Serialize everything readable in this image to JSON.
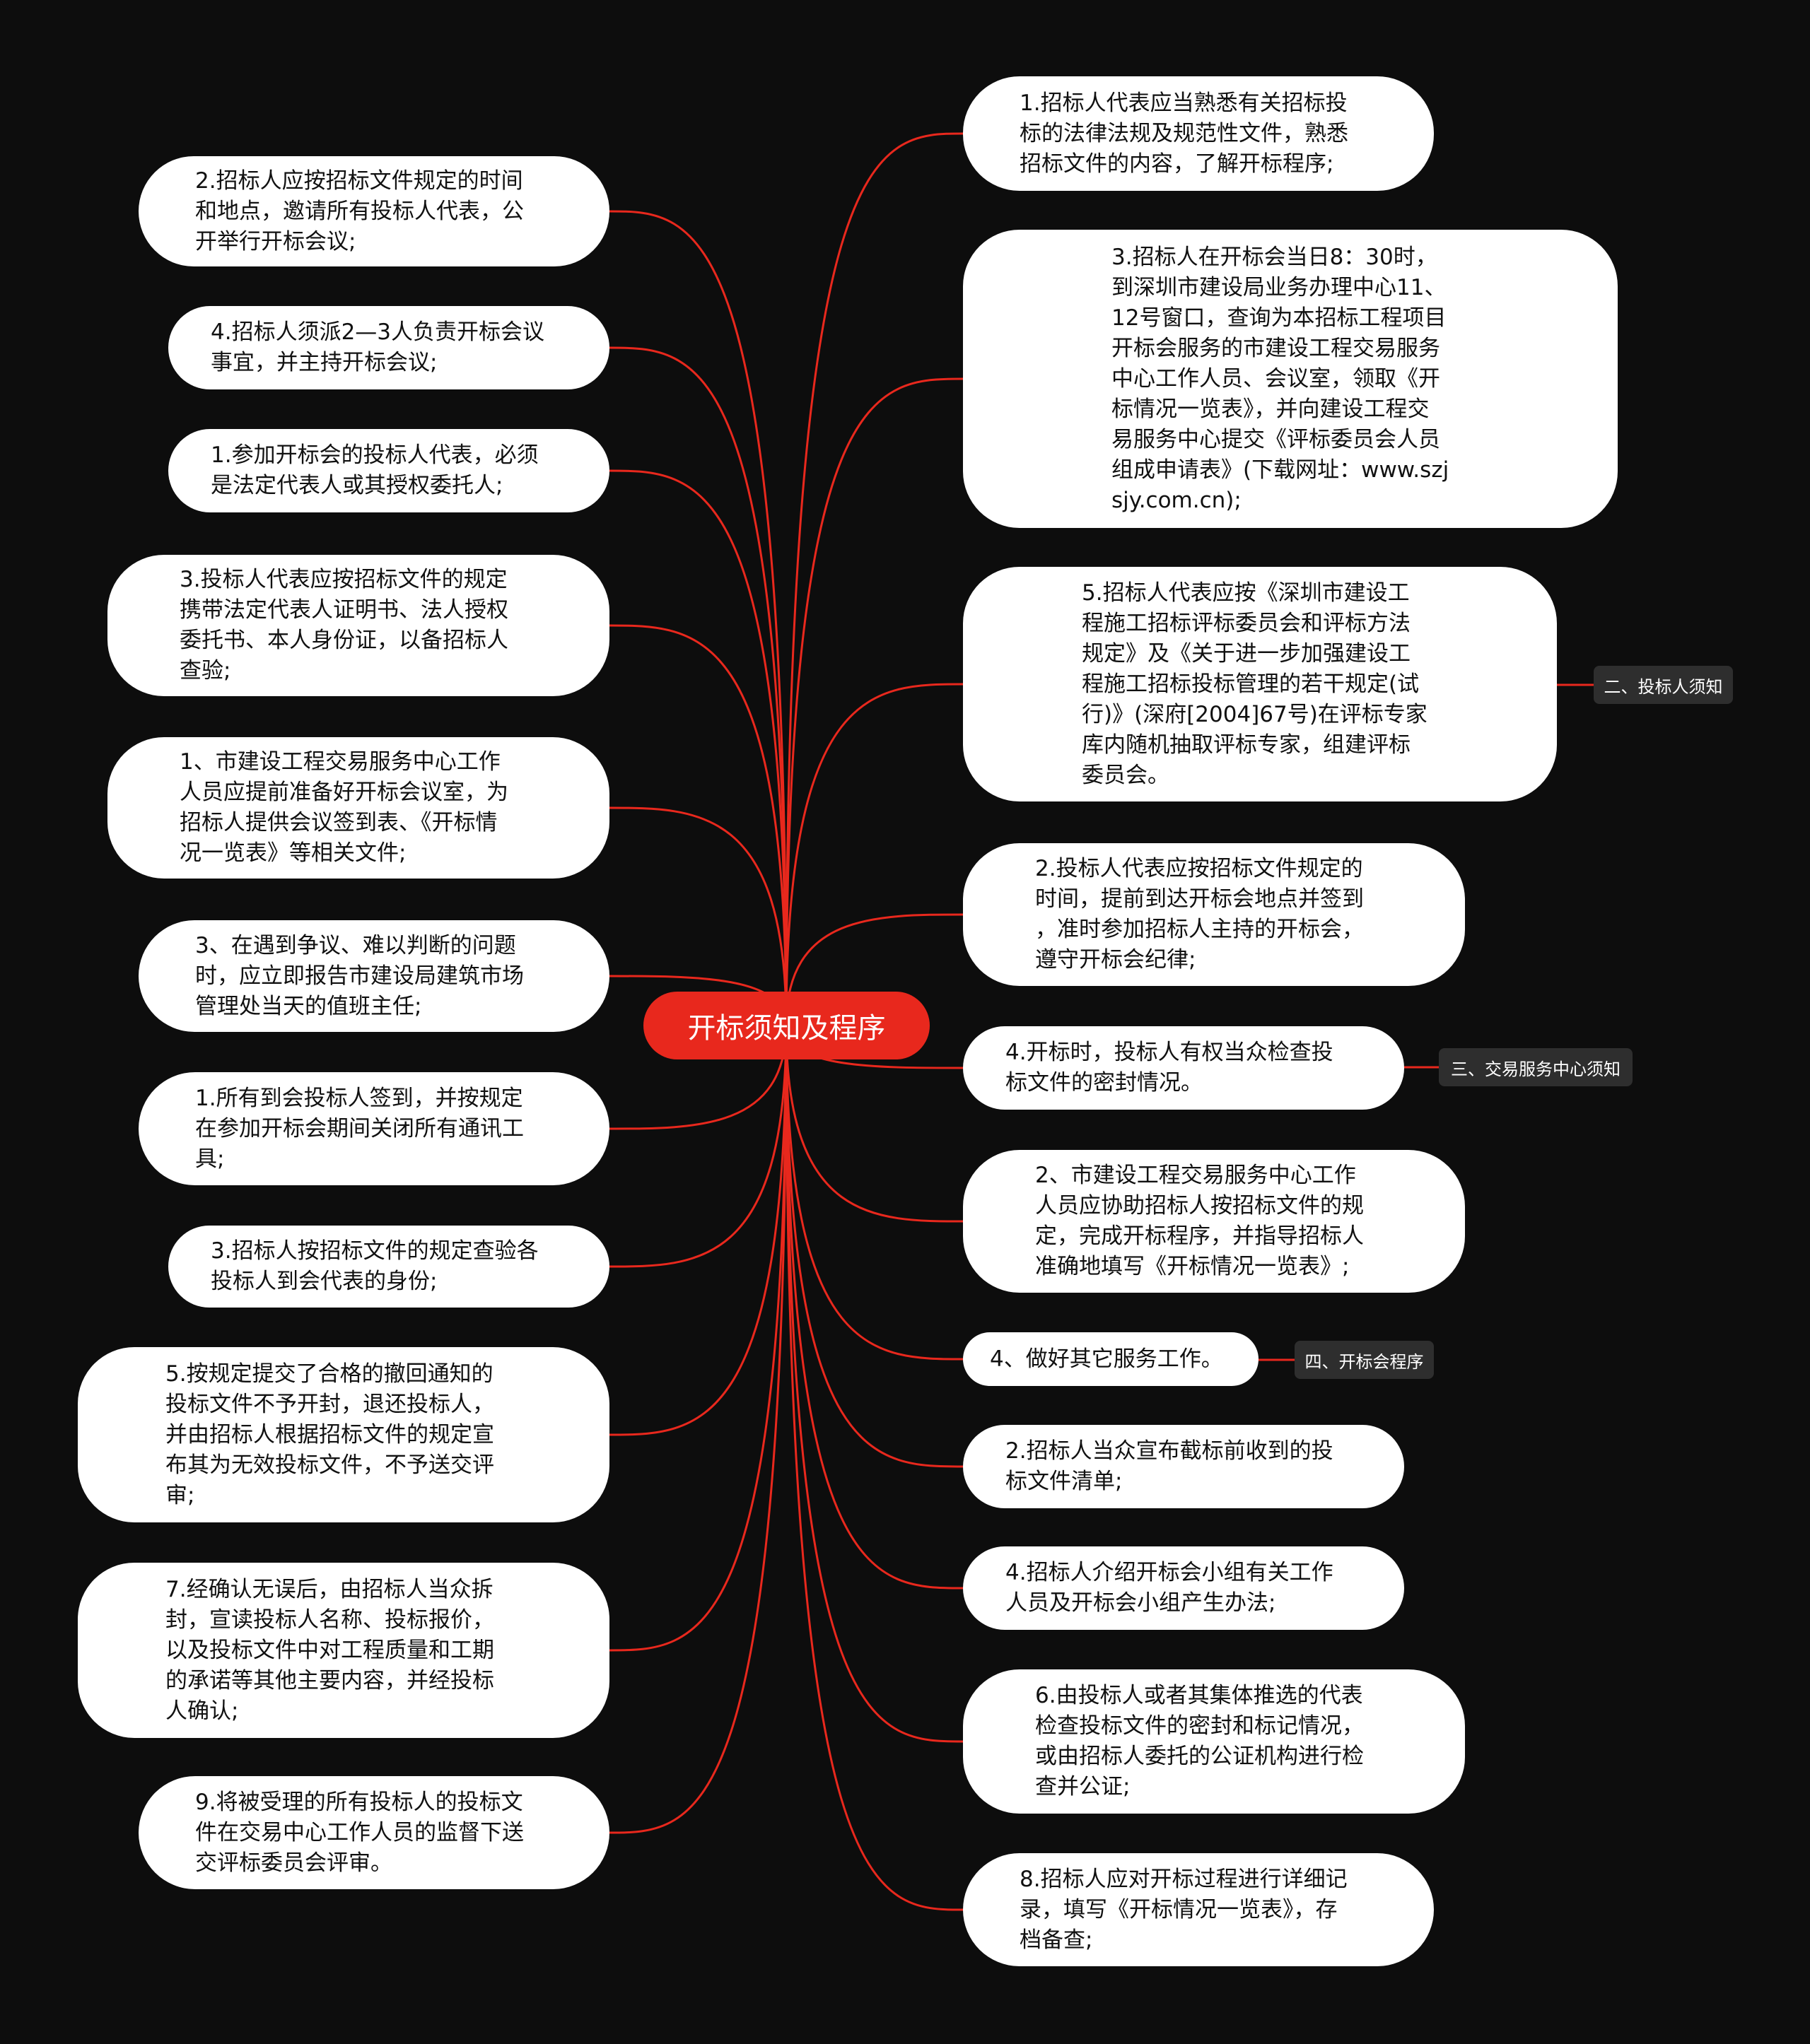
{
  "center": "开标须知及程序",
  "colors": {
    "link": "#e8281d",
    "center": "#e8281d",
    "node": "#ffffff",
    "tag": "#2e2e2e",
    "background": "#0d0d0d"
  },
  "tags": {
    "t2": "二、投标人须知",
    "t3": "三、交易服务中心须知",
    "t4": "四、开标会程序"
  },
  "left": {
    "n1": "2.招标人应按招标文件规定的时间\n和地点，邀请所有投标人代表，公\n开举行开标会议;",
    "n2": "4.招标人须派2—3人负责开标会议\n事宜，并主持开标会议;",
    "n3": "1.参加开标会的投标人代表，必须\n是法定代表人或其授权委托人;",
    "n4": "3.投标人代表应按招标文件的规定\n携带法定代表人证明书、法人授权\n委托书、本人身份证，以备招标人\n查验;",
    "n5": "1、市建设工程交易服务中心工作\n人员应提前准备好开标会议室，为\n招标人提供会议签到表、《开标情\n况一览表》等相关文件;",
    "n6": "3、在遇到争议、难以判断的问题\n时，应立即报告市建设局建筑市场\n管理处当天的值班主任;",
    "n7": "1.所有到会投标人签到，并按规定\n在参加开标会期间关闭所有通讯工\n具;",
    "n8": "3.招标人按招标文件的规定查验各\n投标人到会代表的身份;",
    "n9": "5.按规定提交了合格的撤回通知的\n投标文件不予开封，退还投标人，\n并由招标人根据招标文件的规定宣\n布其为无效投标文件，不予送交评\n审;",
    "n10": "7.经确认无误后，由招标人当众拆\n封，宣读投标人名称、投标报价，\n以及投标文件中对工程质量和工期\n的承诺等其他主要内容，并经投标\n人确认;",
    "n11": "9.将被受理的所有投标人的投标文\n件在交易中心工作人员的监督下送\n交评标委员会评审。"
  },
  "right": {
    "n1": "1.招标人代表应当熟悉有关招标投\n标的法律法规及规范性文件，熟悉\n招标文件的内容，了解开标程序;",
    "n2": "3.招标人在开标会当日8：30时，\n到深圳市建设局业务办理中心11、\n12号窗口，查询为本招标工程项目\n开标会服务的市建设工程交易服务\n中心工作人员、会议室，领取《开\n标情况一览表》，并向建设工程交\n易服务中心提交《评标委员会人员\n组成申请表》(下载网址：www.szj\nsjy.com.cn);",
    "n3": "5.招标人代表应按《深圳市建设工\n程施工招标评标委员会和评标方法\n规定》及《关于进一步加强建设工\n程施工招标投标管理的若干规定(试\n行)》(深府[2004]67号)在评标专家\n库内随机抽取评标专家，组建评标\n委员会。",
    "n4": "2.投标人代表应按招标文件规定的\n时间，提前到达开标会地点并签到\n，准时参加招标人主持的开标会，\n遵守开标会纪律;",
    "n5": "4.开标时，投标人有权当众检查投\n标文件的密封情况。",
    "n6": "2、市建设工程交易服务中心工作\n人员应协助招标人按招标文件的规\n定，完成开标程序，并指导招标人\n准确地填写《开标情况一览表》;",
    "n7": "4、做好其它服务工作。",
    "n8": "2.招标人当众宣布截标前收到的投\n标文件清单;",
    "n9": "4.招标人介绍开标会小组有关工作\n人员及开标会小组产生办法;",
    "n10": "6.由投标人或者其集体推选的代表\n检查投标文件的密封和标记情况，\n或由招标人委托的公证机构进行检\n查并公证;",
    "n11": "8.招标人应对开标过程进行详细记\n录，填写《开标情况一览表》，存\n档备查;"
  }
}
